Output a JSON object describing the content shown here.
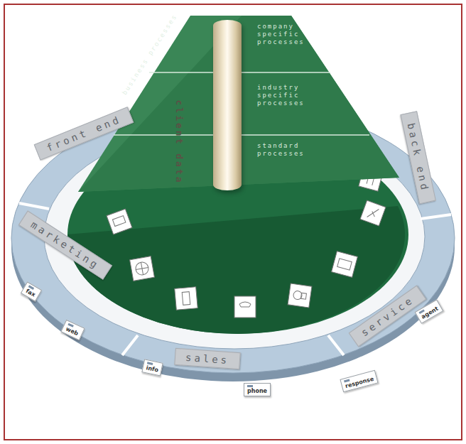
{
  "diagram": {
    "nodes": [
      {
        "text": [
          "business processes"
        ]
      },
      {
        "text": [
          "client data"
        ],
        "in": 0
      },
      {
        "text": [
          "front end"
        ]
      },
      {
        "text": [
          "back end"
        ]
      },
      {
        "text": [
          "marketing"
        ]
      },
      {
        "text": [
          "sales"
        ]
      },
      {
        "text": [
          "service"
        ]
      },
      {
        "text": [
          "fax"
        ]
      },
      {
        "text": [
          "web"
        ]
      },
      {
        "text": [
          "info"
        ]
      },
      {
        "text": [
          "phone"
        ]
      },
      {
        "text": [
          "response"
        ]
      },
      {
        "text": [
          "agent"
        ]
      }
    ],
    "edges": [],
    "labels": [
      "company specific processes",
      "industry specific processes",
      "standard processes"
    ]
  }
}
